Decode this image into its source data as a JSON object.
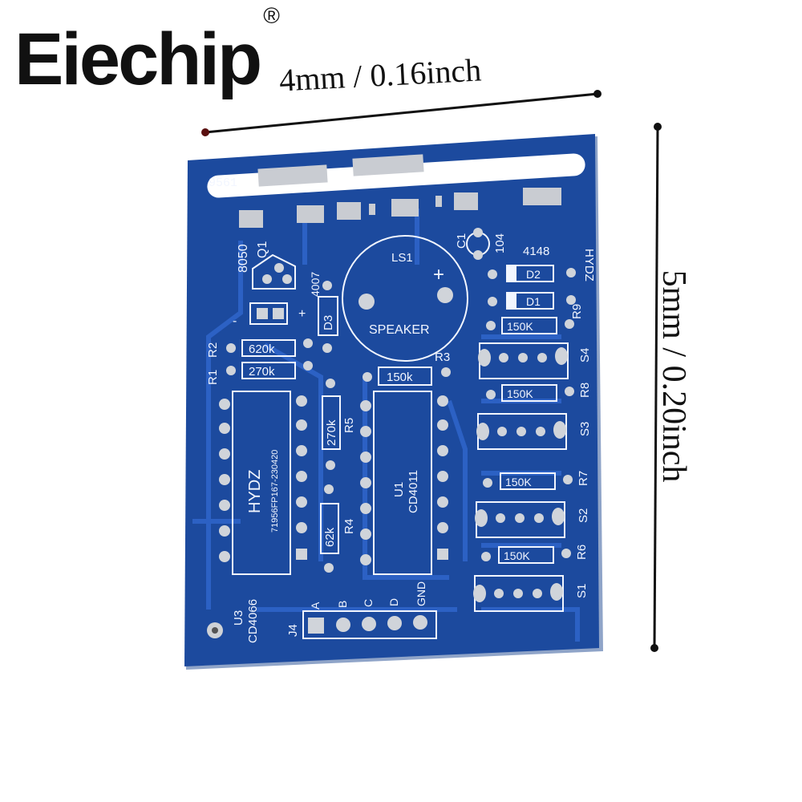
{
  "brand": {
    "name": "Eiechip",
    "registered": "®"
  },
  "dimensions": {
    "width_label": "4mm / 0.16inch",
    "height_label": "5mm / 0.20inch"
  },
  "pcb": {
    "board_id": "9561",
    "colors": {
      "board": "#1c4a9e",
      "trace": "#2c61c4",
      "silk": "#f2f6ff",
      "pad": "#c9ccd2"
    },
    "labels": {
      "q1": "Q1",
      "q1_part": "8050",
      "d3_part": "4007",
      "d3": "D3",
      "ls1": "LS1",
      "speaker": "SPEAKER",
      "c1": "C1",
      "c1_value": "104",
      "hydz_top": "HYDZ",
      "d_part": "4148",
      "d2": "D2",
      "d1": "D1",
      "r1": "R1",
      "r2": "R2",
      "r1_value": "620k",
      "r2_value": "270k",
      "r3": "R3",
      "r3_value": "150k",
      "r5": "R5",
      "r5_value": "270k",
      "r4": "R4",
      "r4_value": "62k",
      "r9": "R9",
      "r9_value": "150K",
      "r8": "R8",
      "r8_value": "150K",
      "r7": "R7",
      "r7_value": "150K",
      "r6": "R6",
      "r6_value": "150K",
      "s4": "S4",
      "s3": "S3",
      "s2": "S2",
      "s1": "S1",
      "u3": "U3",
      "u3_part": "CD4066",
      "u3_brand": "HYDZ",
      "u3_code": "71956FP167-230420",
      "u1": "U1",
      "u1_part": "CD4011",
      "j4": "J4",
      "pin_a": "A",
      "pin_b": "B",
      "pin_c": "C",
      "pin_d": "D",
      "pin_gnd": "GND",
      "plus": "+",
      "minus": "-"
    }
  }
}
